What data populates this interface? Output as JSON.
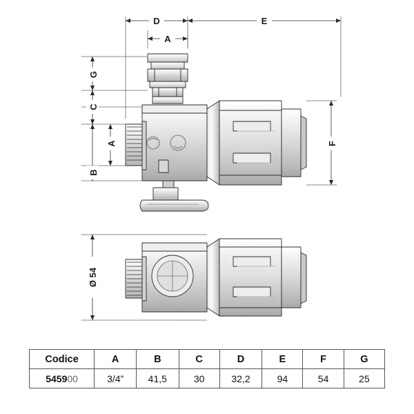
{
  "drawing": {
    "title": "valve-technical-drawing",
    "top_view": {
      "dimension_labels": [
        "D",
        "A",
        "E",
        "G",
        "C",
        "A",
        "B",
        "F"
      ]
    },
    "bottom_view": {
      "diameter_label": "Ø 54"
    },
    "labels": {
      "d": "D",
      "a_top": "A",
      "e": "E",
      "g": "G",
      "c": "C",
      "a_left": "A",
      "b": "B",
      "f": "F",
      "diameter": "Ø 54"
    },
    "colors": {
      "line": "#2b2b2b",
      "body_light": "#f2f2f2",
      "body_mid": "#dcdcdc",
      "body_dark": "#bfbfbf",
      "accent": "#9a9a9a"
    }
  },
  "table": {
    "headers": [
      "Codice",
      "A",
      "B",
      "C",
      "D",
      "E",
      "F",
      "G"
    ],
    "rows": [
      {
        "code_bold": "5459",
        "code_light": "00",
        "values": [
          "3/4”",
          "41,5",
          "30",
          "32,2",
          "94",
          "54",
          "25"
        ]
      }
    ]
  }
}
